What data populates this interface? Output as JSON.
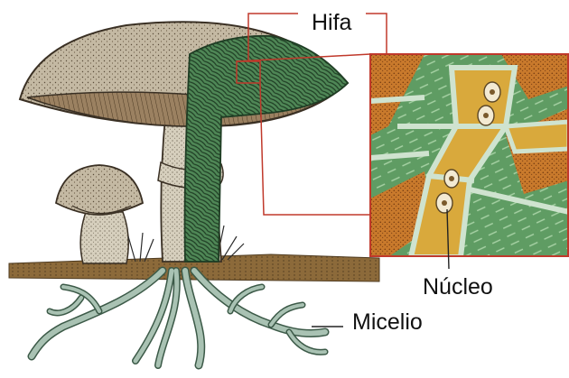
{
  "labels": {
    "hifa": "Hifa",
    "nucleo": "Núcleo",
    "micelio": "Micelio"
  },
  "colors": {
    "cap": "#bfb39e",
    "gills": "#8a7050",
    "stem": "#d4cdbc",
    "hypha_green": "#4e8a55",
    "hypha_light": "#7fae7a",
    "soil": "#8c6a3a",
    "inset_cell": "#d9a93c",
    "inset_orange": "#c8782c",
    "inset_green": "#5f9c63",
    "inset_wall": "#cfe3cf",
    "callout_line": "#c0392b",
    "mycelium": "#a9c2b3"
  },
  "icons": {
    "main": "mushroom-illustration",
    "inset": "hypha-cell-detail"
  }
}
